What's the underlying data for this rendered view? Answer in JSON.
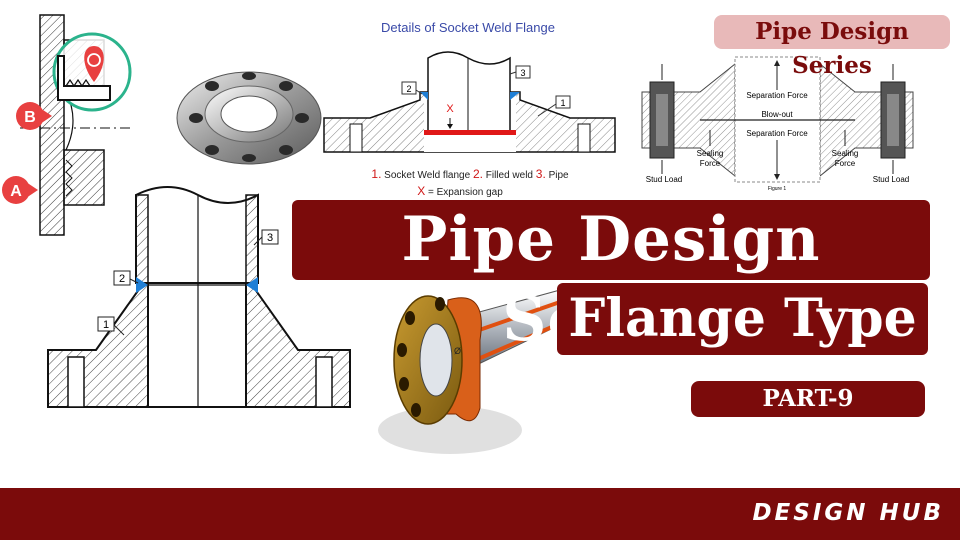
{
  "colors": {
    "banner": "#7b0b0b",
    "tag_bg": "#e8b9b9",
    "tag_text": "#7a0c0c",
    "weld": "#1f7fd6",
    "gap": "#e01818",
    "callout": "#e84040",
    "ring": "#2bb38c"
  },
  "top_tag": "Pipe Design Series",
  "title": "Pipe Design Series",
  "subtitle": "Flange Type",
  "part": "PART-9",
  "brand": "DESIGN HUB",
  "threaded_detail": {
    "marker_a": "A",
    "marker_b": "B"
  },
  "socket_weld": {
    "heading": "Details of Socket Weld Flange",
    "x_mark": "X",
    "callouts": [
      "1",
      "2",
      "3"
    ],
    "legend_nums": [
      "1.",
      "2.",
      "3."
    ],
    "legend_texts": [
      " Socket Weld flange ",
      " Filled weld ",
      " Pipe"
    ],
    "gap_symbol": "X",
    "gap_text": " = Expansion gap"
  },
  "force_figure": {
    "separation_top": "Separation Force",
    "blowout": "Blow-out",
    "separation_bottom": "Separation Force",
    "sealing_left": "Sealing",
    "force_left": "Force",
    "sealing_right": "Sealing",
    "force_right": "Force",
    "stud_left": "Stud Load",
    "stud_right": "Stud Load",
    "caption": "Figure 1"
  },
  "weld_neck": {
    "callouts": [
      "1",
      "2",
      "3"
    ]
  },
  "rendering_3d": {
    "dim_label": "Ø"
  }
}
